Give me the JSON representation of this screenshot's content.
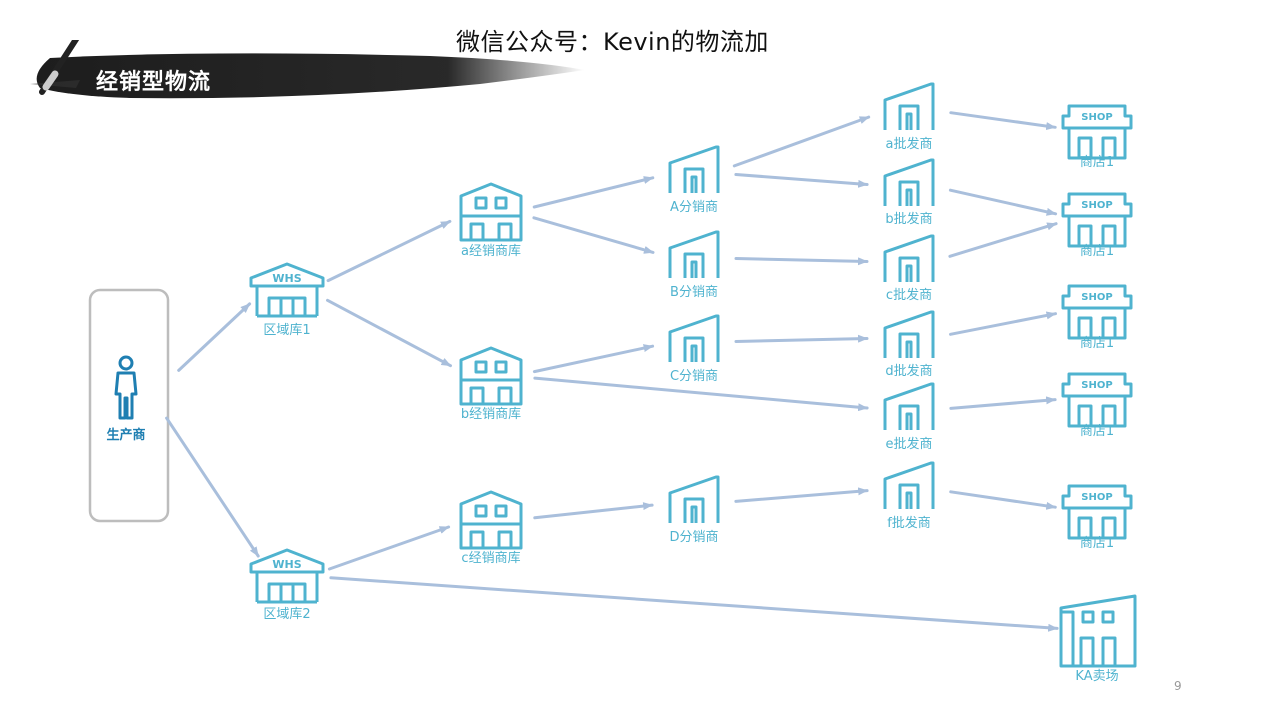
{
  "header": {
    "title": "微信公众号：Kevin的物流加",
    "section_title": "经销型物流",
    "page_number": "9"
  },
  "colors": {
    "icon": "#4fb3cf",
    "arrow": "#a9bfdc",
    "producer": "#1f7fb2",
    "box_border": "#bdbdbd"
  },
  "nodes": [
    {
      "id": "producer",
      "label": "生产商",
      "icon": "person-icon"
    },
    {
      "id": "r1",
      "label": "区域库1",
      "icon": "whs-warehouse-icon",
      "badge": "WHS"
    },
    {
      "id": "r2",
      "label": "区域库2",
      "icon": "whs-warehouse-icon",
      "badge": "WHS"
    },
    {
      "id": "da",
      "label": "a经销商库",
      "icon": "dealer-warehouse-icon"
    },
    {
      "id": "db",
      "label": "b经销商库",
      "icon": "dealer-warehouse-icon"
    },
    {
      "id": "dc",
      "label": "c经销商库",
      "icon": "dealer-warehouse-icon"
    },
    {
      "id": "sA",
      "label": "A分销商",
      "icon": "distributor-house-icon"
    },
    {
      "id": "sB",
      "label": "B分销商",
      "icon": "distributor-house-icon"
    },
    {
      "id": "sC",
      "label": "C分销商",
      "icon": "distributor-house-icon"
    },
    {
      "id": "sD",
      "label": "D分销商",
      "icon": "distributor-house-icon"
    },
    {
      "id": "wa",
      "label": "a批发商",
      "icon": "wholesaler-house-icon"
    },
    {
      "id": "wb",
      "label": "b批发商",
      "icon": "wholesaler-house-icon"
    },
    {
      "id": "wc",
      "label": "c批发商",
      "icon": "wholesaler-house-icon"
    },
    {
      "id": "wd",
      "label": "d批发商",
      "icon": "wholesaler-house-icon"
    },
    {
      "id": "we",
      "label": "e批发商",
      "icon": "wholesaler-house-icon"
    },
    {
      "id": "wf",
      "label": "f批发商",
      "icon": "wholesaler-house-icon"
    },
    {
      "id": "shop1",
      "label": "商店1",
      "icon": "shop-icon",
      "badge": "SHOP"
    },
    {
      "id": "shop2",
      "label": "商店1",
      "icon": "shop-icon",
      "badge": "SHOP"
    },
    {
      "id": "shop3",
      "label": "商店1",
      "icon": "shop-icon",
      "badge": "SHOP"
    },
    {
      "id": "shop4",
      "label": "商店1",
      "icon": "shop-icon",
      "badge": "SHOP"
    },
    {
      "id": "shop5",
      "label": "商店1",
      "icon": "shop-icon",
      "badge": "SHOP"
    },
    {
      "id": "ka",
      "label": "KA卖场",
      "icon": "ka-store-icon"
    }
  ],
  "edges": [
    [
      "producer",
      "r1"
    ],
    [
      "producer",
      "r2"
    ],
    [
      "r1",
      "da"
    ],
    [
      "r1",
      "db"
    ],
    [
      "r2",
      "dc"
    ],
    [
      "r2",
      "ka"
    ],
    [
      "da",
      "sA"
    ],
    [
      "da",
      "sB"
    ],
    [
      "db",
      "sC"
    ],
    [
      "db",
      "we"
    ],
    [
      "dc",
      "sD"
    ],
    [
      "sA",
      "wa"
    ],
    [
      "sA",
      "wb"
    ],
    [
      "sB",
      "wc"
    ],
    [
      "sC",
      "wd"
    ],
    [
      "sD",
      "wf"
    ],
    [
      "wa",
      "shop1"
    ],
    [
      "wb",
      "shop2"
    ],
    [
      "wc",
      "shop2"
    ],
    [
      "wd",
      "shop3"
    ],
    [
      "we",
      "shop4"
    ],
    [
      "wf",
      "shop5"
    ]
  ]
}
